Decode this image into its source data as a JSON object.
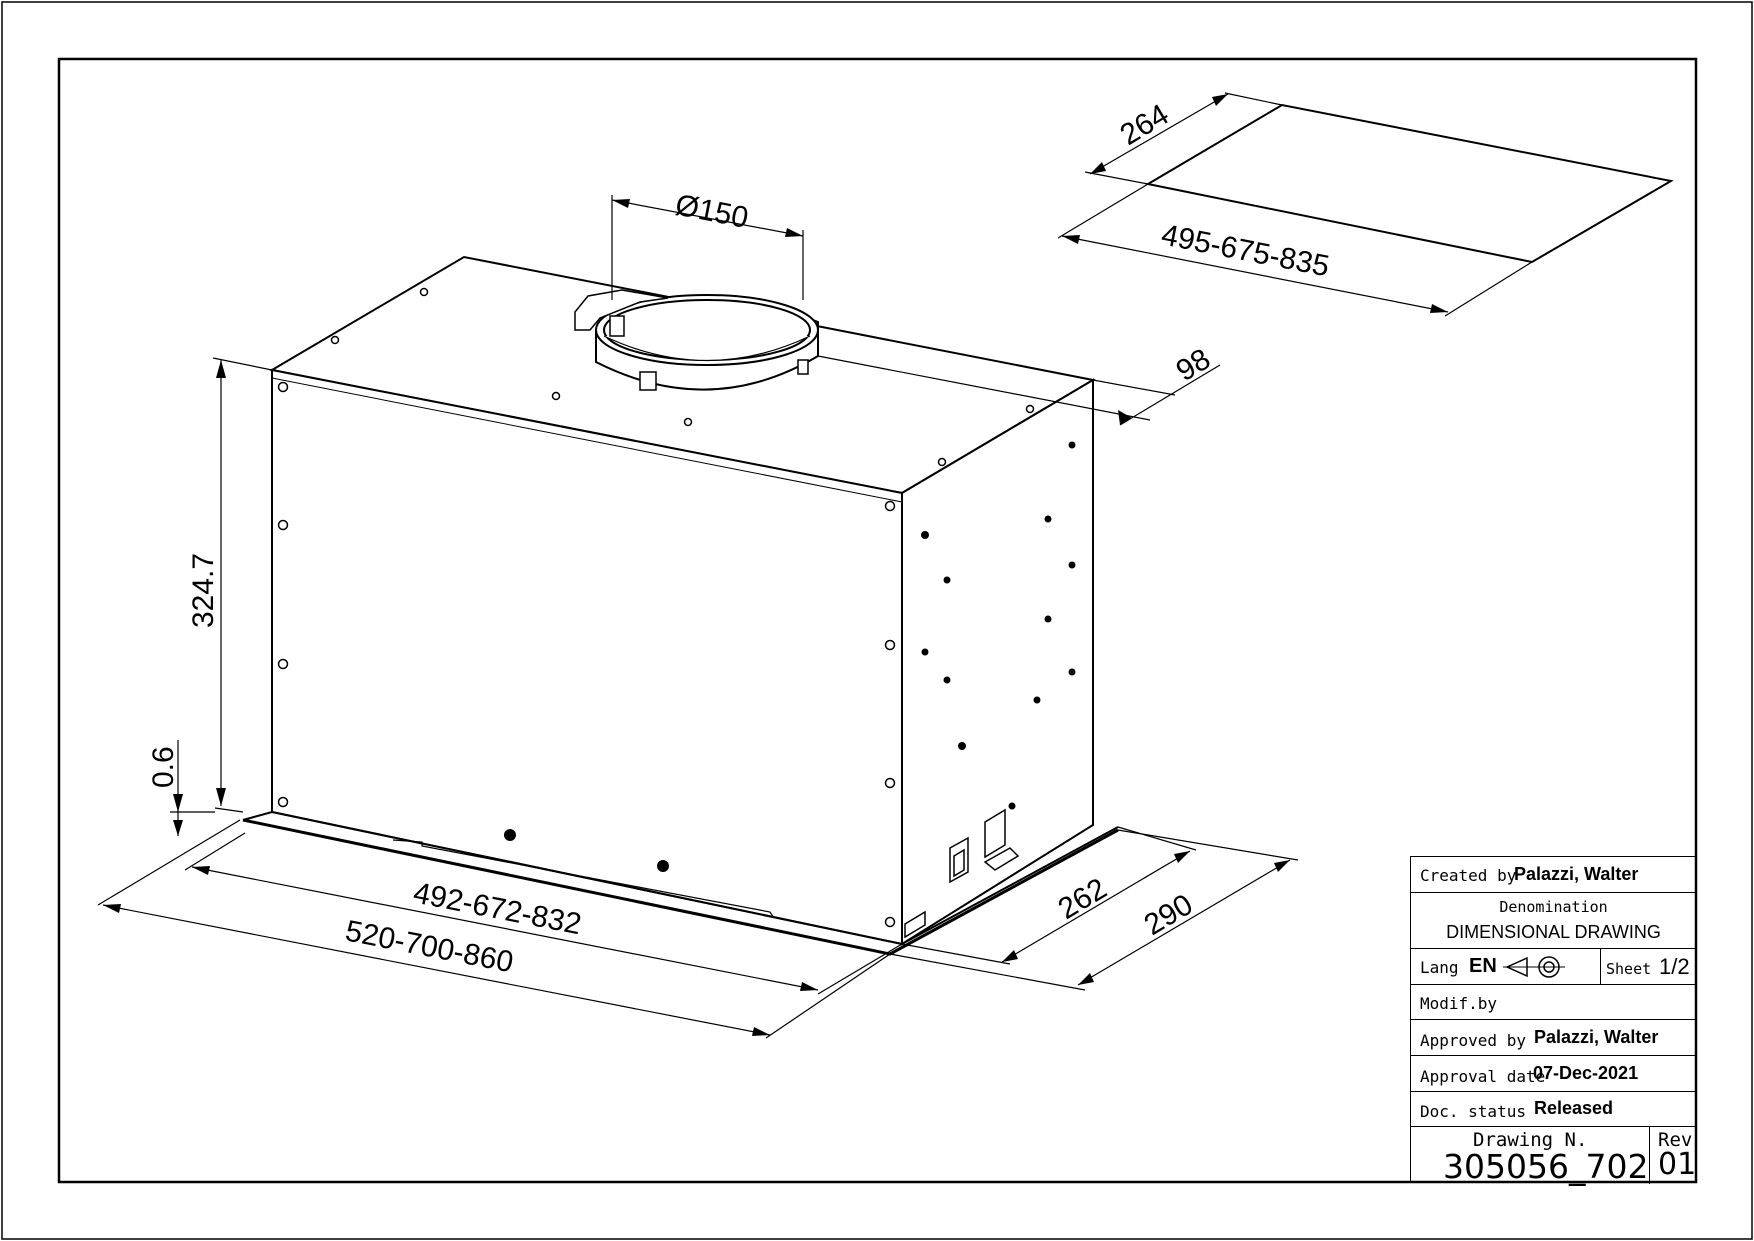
{
  "dimensions": {
    "duct_diameter": "Ø150",
    "height": "324.7",
    "bottom_gap": "0.6",
    "inner_width": "492-672-832",
    "outer_width": "520-700-860",
    "inner_depth": "262",
    "outer_depth": "290",
    "offset": "98",
    "cutout_depth": "264",
    "cutout_width": "495-675-835"
  },
  "title_block": {
    "created_by_label": "Created by",
    "created_by": "Palazzi,  Walter",
    "denomination_label": "Denomination",
    "denomination": "DIMENSIONAL  DRAWING",
    "lang_label": "Lang",
    "lang": "EN",
    "sheet_label": "Sheet",
    "sheet": "1/2",
    "modif_label": "Modif.by",
    "approved_by_label": "Approved by",
    "approved_by": "Palazzi, Walter",
    "approval_date_label": "Approval date",
    "approval_date": "07-Dec-2021",
    "doc_status_label": "Doc. status",
    "doc_status": "Released",
    "drawing_n_label": "Drawing N.",
    "drawing_n": "305056_702",
    "rev_label": "Rev",
    "rev": "01"
  }
}
